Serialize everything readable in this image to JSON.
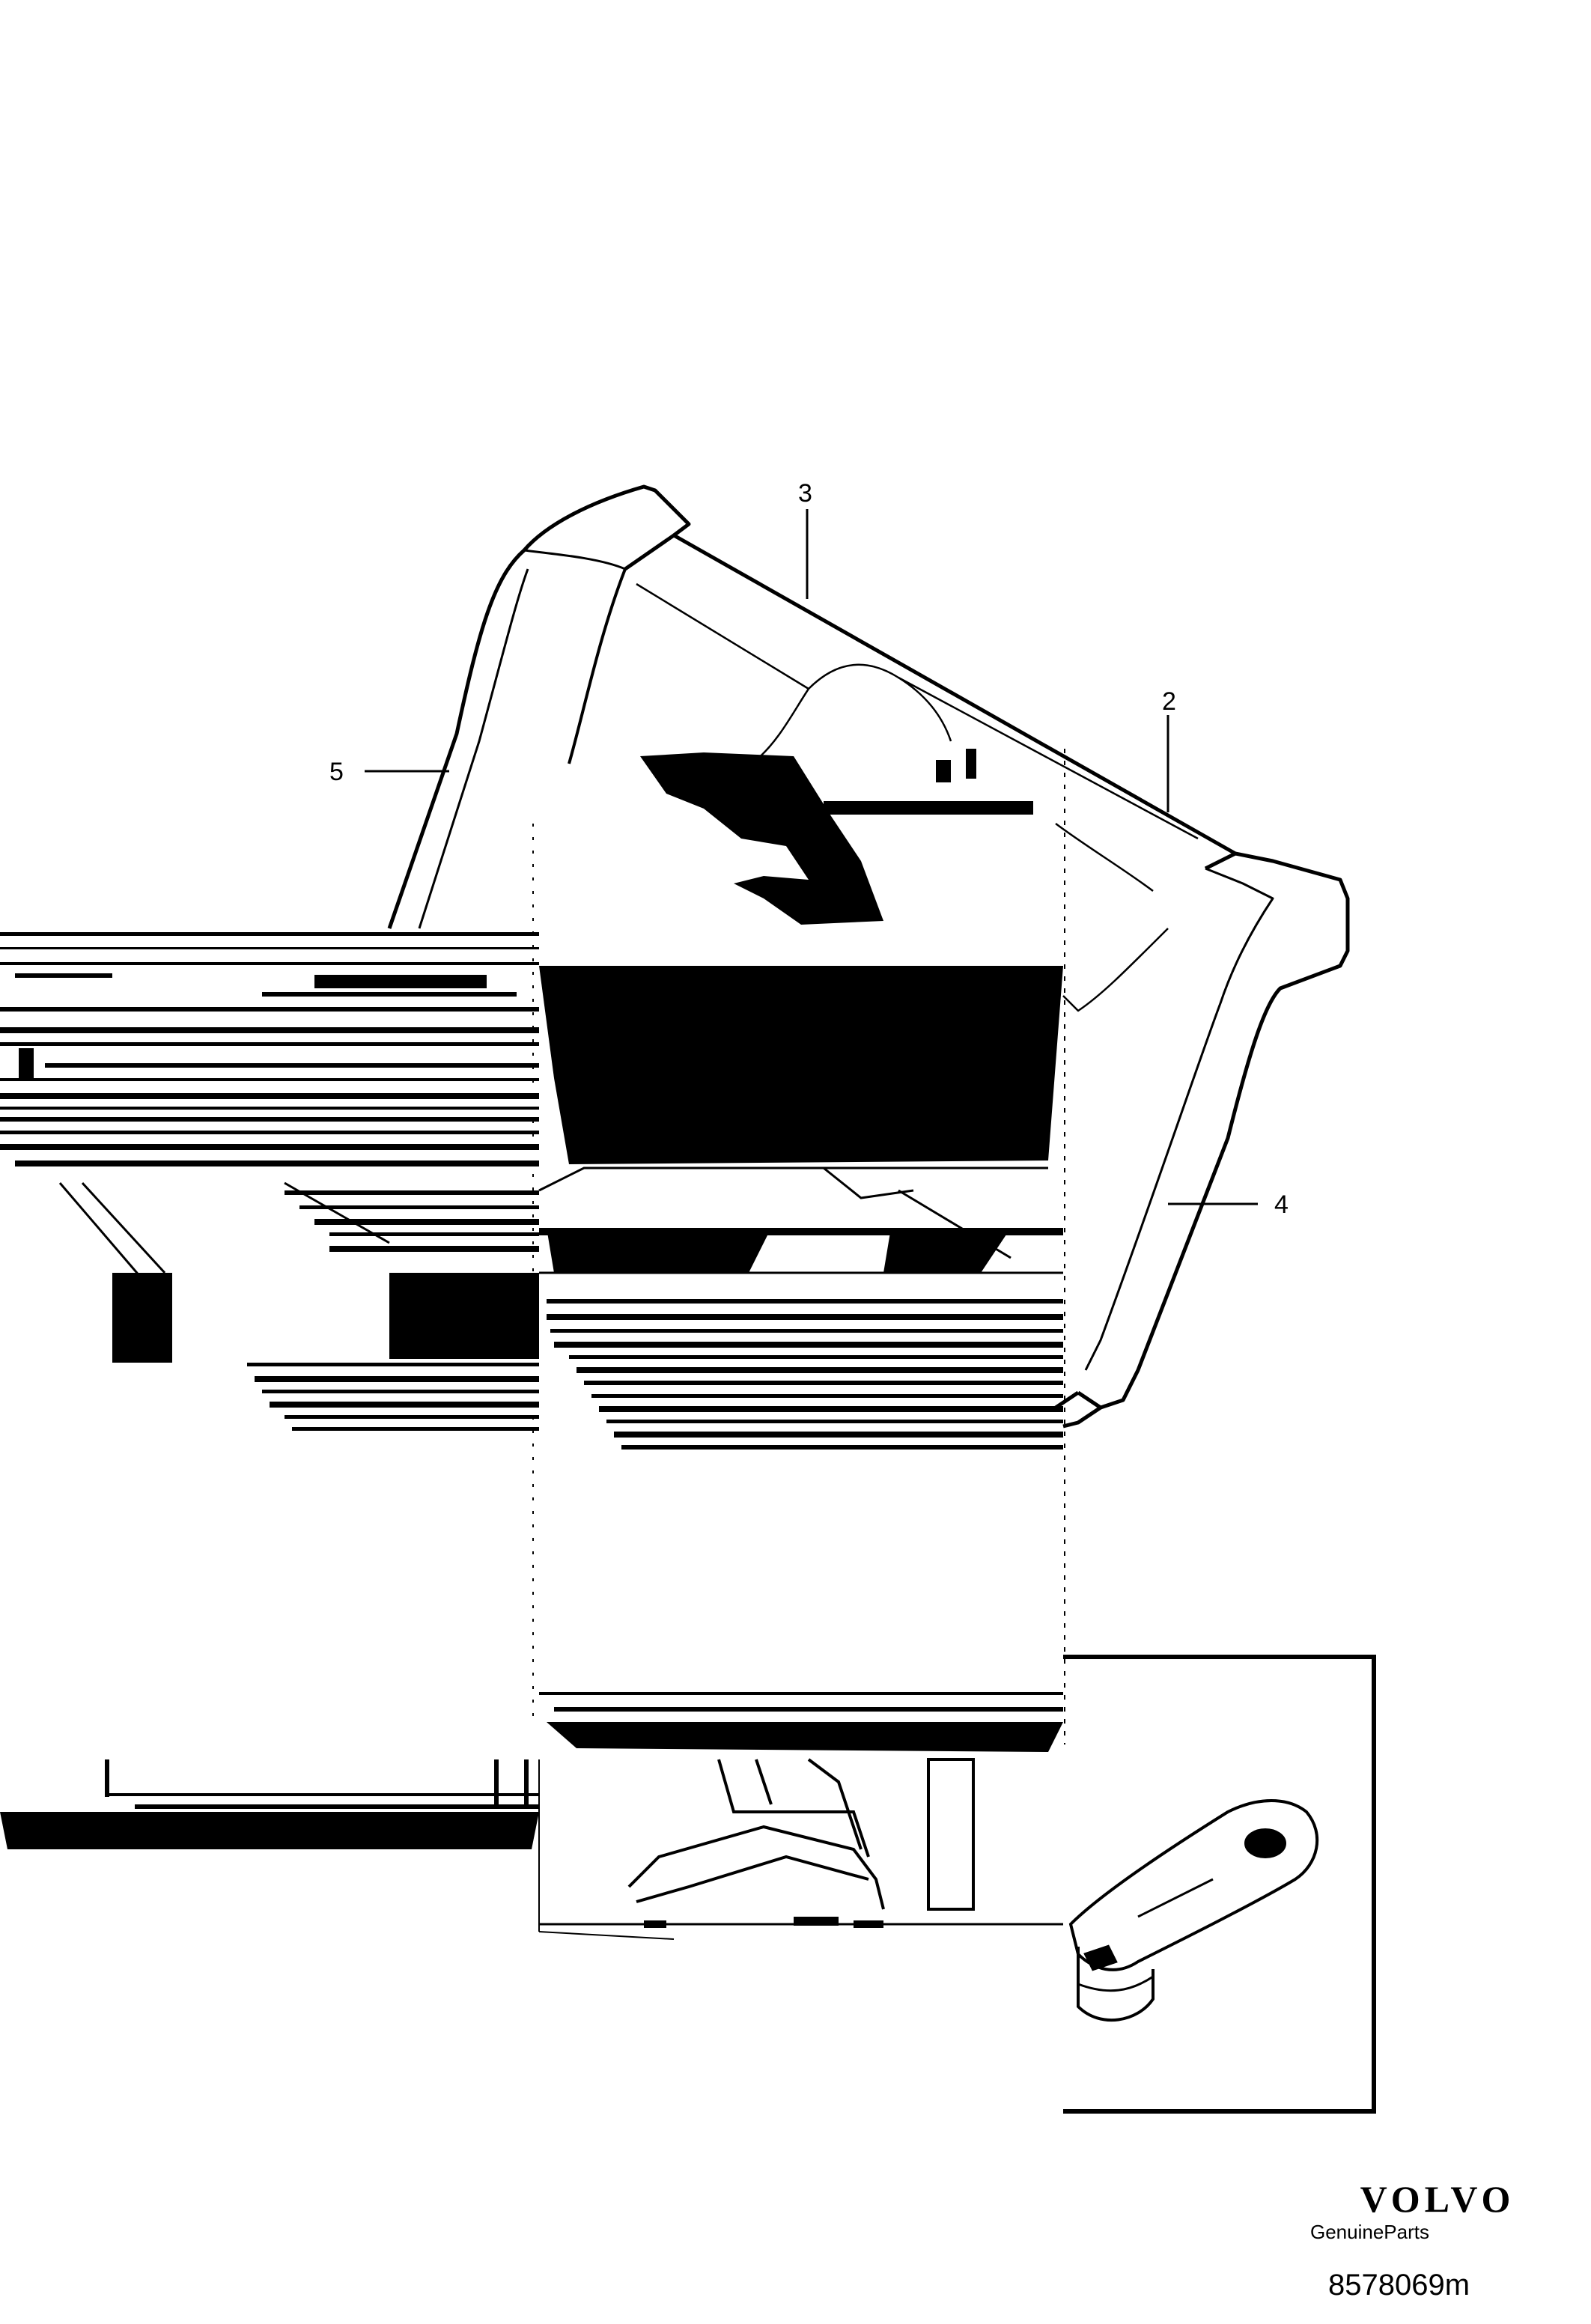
{
  "callouts": [
    {
      "id": "c3",
      "label": "3"
    },
    {
      "id": "c2",
      "label": "2"
    },
    {
      "id": "c5",
      "label": "5"
    },
    {
      "id": "c4",
      "label": "4"
    }
  ],
  "brand": {
    "logo_text": "VOLVO",
    "subtitle": "GenuineParts"
  },
  "part_number": "8578069m",
  "colors": {
    "ink": "#000000",
    "paper": "#ffffff"
  }
}
